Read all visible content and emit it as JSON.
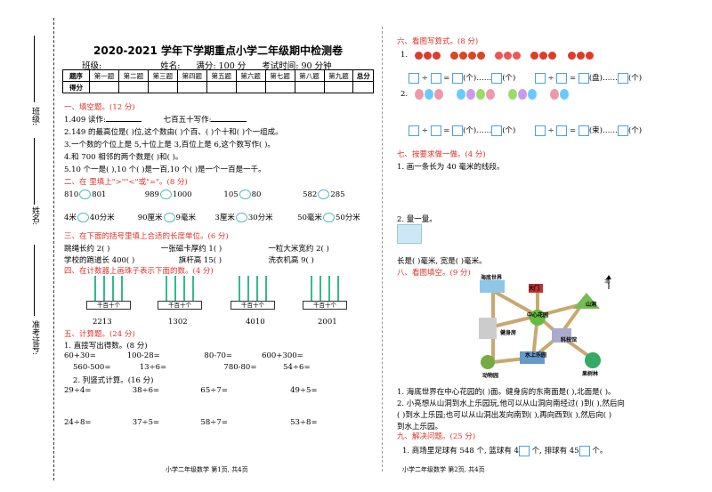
{
  "sidebar": {
    "class_label": "班级:",
    "name_label": "姓名:",
    "exam_no_label": "准考证号:"
  },
  "header": {
    "title": "2020-2021 学年下学期重点小学二年级期中检测卷",
    "class_field": "班级:",
    "name_field": "姓名:",
    "score_total": "满分: 100 分",
    "time": "考试时间: 90 分钟"
  },
  "score_table": {
    "row1": [
      "题序",
      "第一题",
      "第二题",
      "第三题",
      "第四题",
      "第五题",
      "第六题",
      "第七题",
      "第八题",
      "第九题",
      "总分"
    ],
    "row2_label": "得分"
  },
  "sec1": {
    "heading": "一、填空题。(12 分)",
    "q1": "1.409 读作:",
    "q1b": "七百五十写作:",
    "q2": "2.149 的最高位是(    )位,这个数由(    )个百、(    )个十和(    )个一组成。",
    "q3": "3.一个数的个位上是 5,十位上是 3,百位上是 6,这个数写作(    )。",
    "q4": "4.和 700 相邻的两个数是(    )和(    )。",
    "q5": "5.10 个一是(    ),10 个(    )是一百,10 个(    )是一个一百是一千。"
  },
  "sec2": {
    "heading": "二、在     里填上\">\"\"<\"或\"=\"。(8 分)",
    "row1": [
      [
        "810",
        "801"
      ],
      [
        "989",
        "1000"
      ],
      [
        "105",
        "80"
      ],
      [
        "582",
        "285"
      ]
    ],
    "row2": [
      [
        "4米",
        "40分米"
      ],
      [
        "90厘米",
        "9毫米"
      ],
      [
        "3厘米",
        "30分米"
      ],
      [
        "50毫米",
        "50分米"
      ]
    ]
  },
  "sec3": {
    "heading": "三、在下面的括号里填上合适的长度单位。(6 分)",
    "r1": [
      "跳绳长约 2(    )",
      "一张磁卡厚约 1(    )",
      "一粒大米宽约 2(    )"
    ],
    "r2": [
      "学校的跑道长 400(    )",
      "旗杆高 15(    )",
      "洗衣机高 9(    )"
    ]
  },
  "sec4": {
    "heading": "四、在计数器上画珠子表示下面的数。(4 分)",
    "abacus_label": "千百十个",
    "numbers": [
      "2213",
      "1302",
      "4010",
      "2001"
    ]
  },
  "sec5": {
    "heading": "五、计算题。(24 分)",
    "sub1": "1. 直接写出得数。(8 分)",
    "calc_r1": [
      "60+30=",
      "100-28=",
      "80-70=",
      "600+300="
    ],
    "calc_r2": [
      "560-500=",
      "13÷6=",
      "780-80=",
      "54÷6="
    ],
    "sub2": "2. 列竖式计算。(16 分)",
    "vert_r1": [
      "29÷4=",
      "38÷6=",
      "65÷7=",
      "49÷5="
    ],
    "vert_r2": [
      "24÷8=",
      "37÷5=",
      "58÷7=",
      "53÷8="
    ]
  },
  "sec6": {
    "heading": "六、看图写算式。(8 分)",
    "n1": "1.",
    "n2": "2.",
    "eq1_left": "÷ = (个)……",
    "unit_ge": "(个)",
    "unit_pan": "(盘)",
    "unit_shu": "(束)"
  },
  "sec7": {
    "heading": "七、按要求做一做。(4 分)",
    "q1": "1. 画一条长为 40 毫米的线段。",
    "q2": "2. 量一量。",
    "answer": "长是(      )毫米, 宽是(      )毫米。"
  },
  "sec8": {
    "heading": "八、看图填空。(9 分)",
    "map_labels": {
      "hdsj": "海底世界",
      "dm": "大门",
      "north": "北",
      "sd": "山洞",
      "zxhy": "中心花园",
      "jsf": "健身房",
      "kjg": "科技馆",
      "slly": "水上乐园",
      "dwy": "动物园",
      "gsl": "果树林"
    },
    "q1": "1. 海底世界在中心花园的(    )面。健身房的东南面是(    ),北面是(    )。",
    "q2a": "2. 小亮想从山洞到水上乐园玩,他可以从山洞向南经过(    )到(    ),然后向",
    "q2b": "(    )到水上乐园;也可以从山洞出发向南到(    ),再向西到(    ),然后向(    )",
    "q2c": "到水上乐园。"
  },
  "sec9": {
    "heading": "九、解决问题。(25 分)",
    "q1": "1. 商场里足球有 548 个, 篮球有 4",
    "q1b": "个, 排球有 45",
    "q1c": "个。"
  },
  "footer": {
    "left": "小学二年级数学    第1页, 共4页",
    "right": "小学二年级数学    第2页, 共4页"
  }
}
